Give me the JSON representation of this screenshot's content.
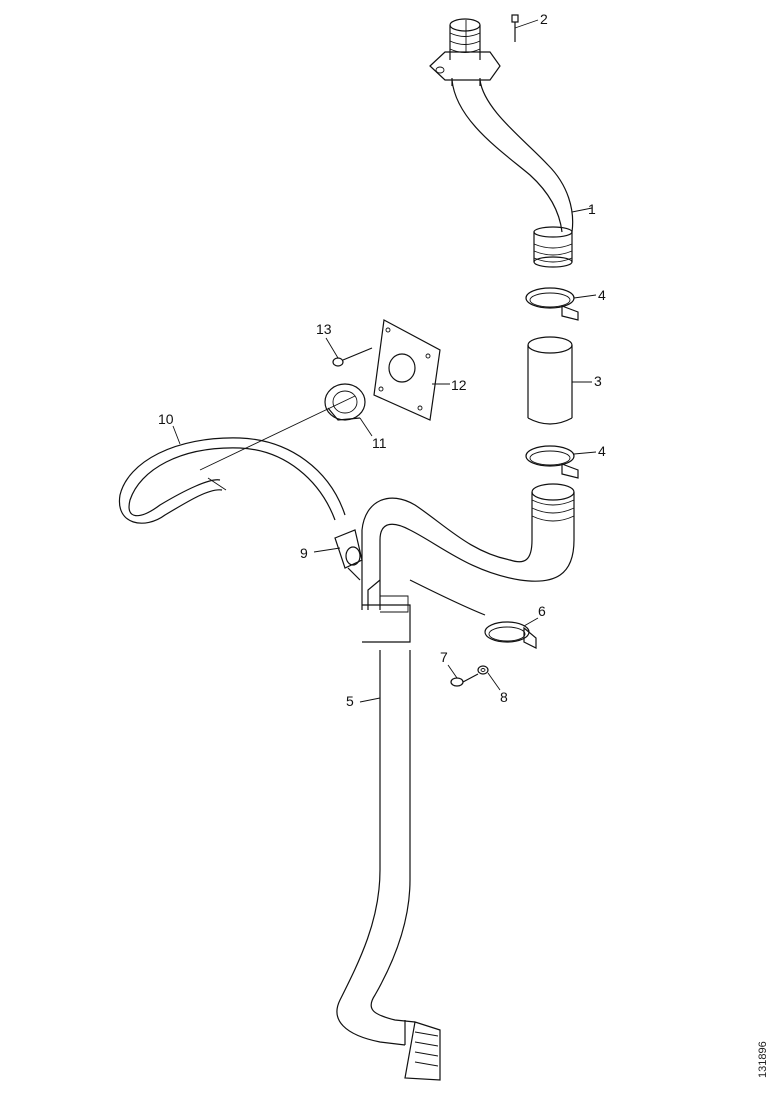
{
  "diagram": {
    "callouts": [
      {
        "id": "c1",
        "text": "1"
      },
      {
        "id": "c2",
        "text": "2"
      },
      {
        "id": "c3",
        "text": "3"
      },
      {
        "id": "c4a",
        "text": "4"
      },
      {
        "id": "c4b",
        "text": "4"
      },
      {
        "id": "c5",
        "text": "5"
      },
      {
        "id": "c6",
        "text": "6"
      },
      {
        "id": "c7",
        "text": "7"
      },
      {
        "id": "c8",
        "text": "8"
      },
      {
        "id": "c9",
        "text": "9"
      },
      {
        "id": "c10",
        "text": "10"
      },
      {
        "id": "c11",
        "text": "11"
      },
      {
        "id": "c12",
        "text": "12"
      },
      {
        "id": "c13",
        "text": "13"
      }
    ],
    "reference_number": "131896"
  }
}
